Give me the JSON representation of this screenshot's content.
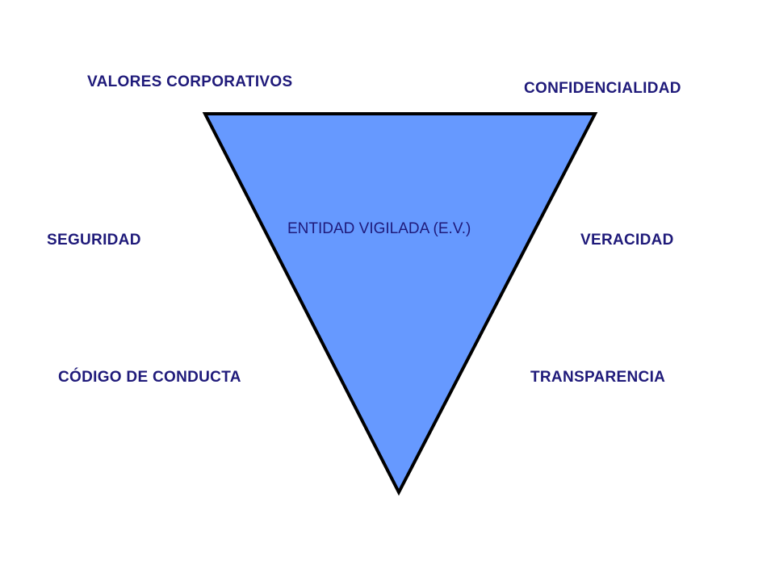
{
  "diagram": {
    "center_text": "ENTIDAD VIGILADA (E.V.)",
    "labels": {
      "top_left": "VALORES CORPORATIVOS",
      "top_right": "CONFIDENCIALIDAD",
      "mid_left": "SEGURIDAD",
      "mid_right": "VERACIDAD",
      "bottom_left": "CÓDIGO DE CONDUCTA",
      "bottom_right": "TRANSPARENCIA"
    }
  },
  "colors": {
    "triangle_fill": "#6699ff",
    "triangle_stroke": "#000000",
    "label_text": "#1f1a7a",
    "center_text": "#1f1a7a",
    "background": "#ffffff"
  }
}
